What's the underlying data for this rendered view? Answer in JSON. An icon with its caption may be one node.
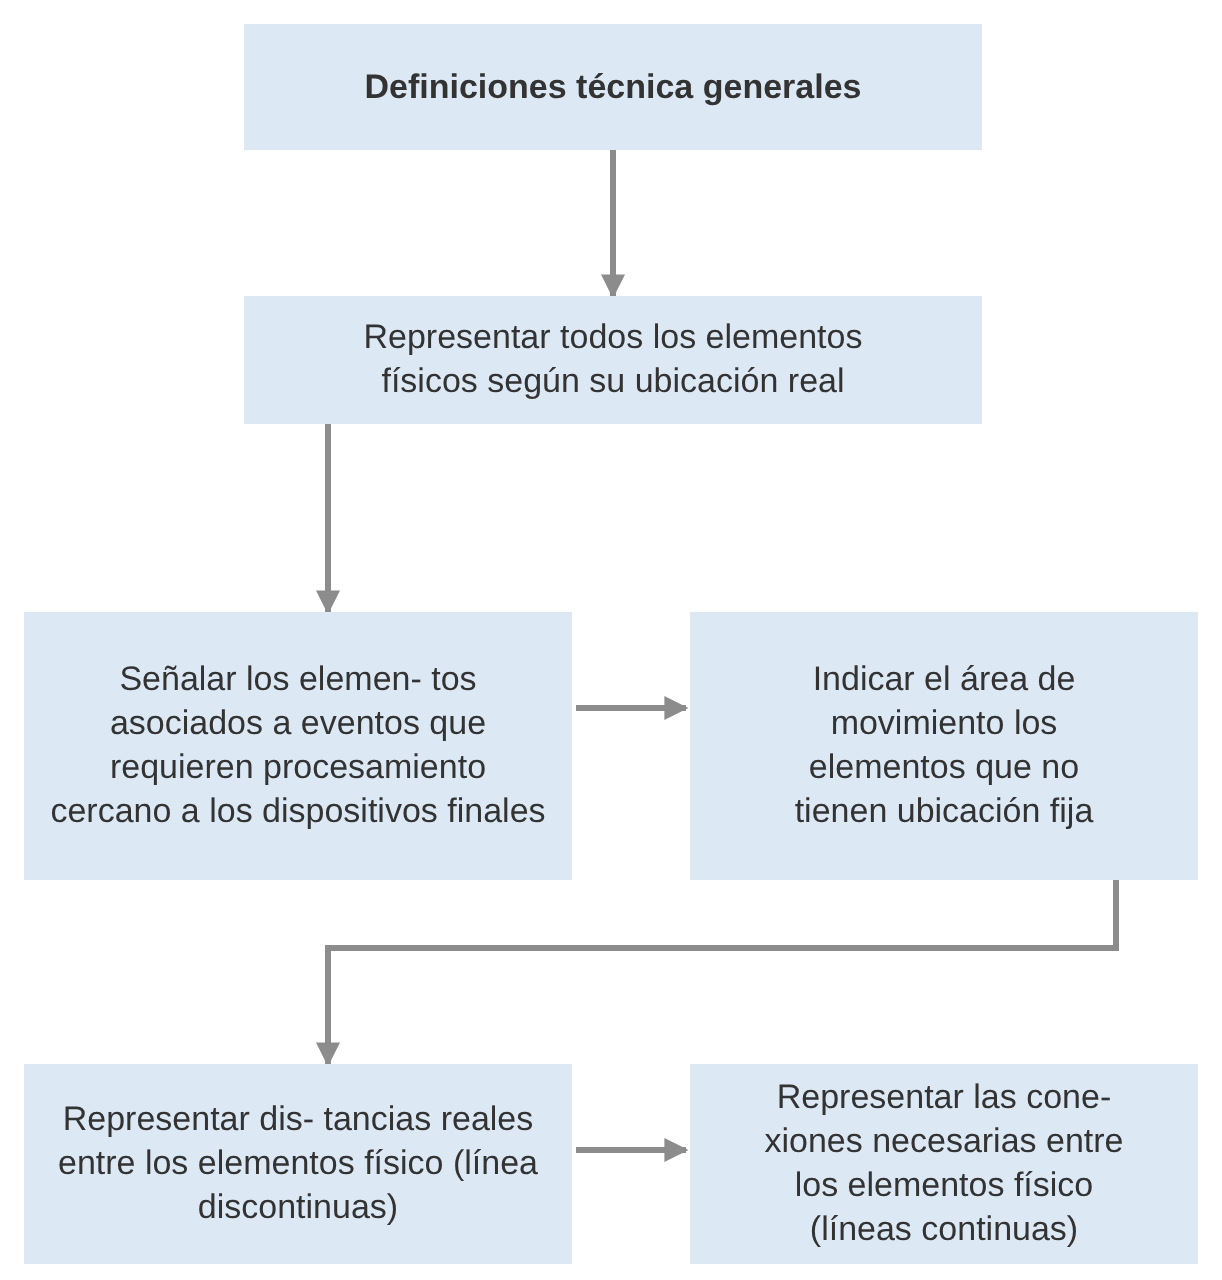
{
  "diagram": {
    "nodes": [
      {
        "text": [
          "Definiciones técnica generales"
        ]
      },
      {
        "text": [
          "Representar todos los elementos físicos según su ubicación real"
        ]
      },
      {
        "text": [
          "Señalar los elemen- tos asociados a eventos que requieren procesamiento cercano a los dispositivos finales"
        ]
      },
      {
        "text": [
          "Indicar el área de movimiento los elementos que no tienen ubicación fija"
        ]
      },
      {
        "text": [
          "Representar dis- tancias reales entre los elementos físico (línea discontinuas)"
        ]
      },
      {
        "text": [
          "Representar las cone- xiones necesarias entre los elementos físico (líneas continuas)"
        ]
      }
    ],
    "edges": [
      {
        "from": 0,
        "to": 1,
        "arrow": "to"
      },
      {
        "from": 1,
        "to": 2,
        "arrow": "to"
      },
      {
        "from": 2,
        "to": 3,
        "arrow": "to"
      },
      {
        "from": 3,
        "to": 4,
        "arrow": "to"
      },
      {
        "from": 4,
        "to": 5,
        "arrow": "to"
      }
    ]
  }
}
